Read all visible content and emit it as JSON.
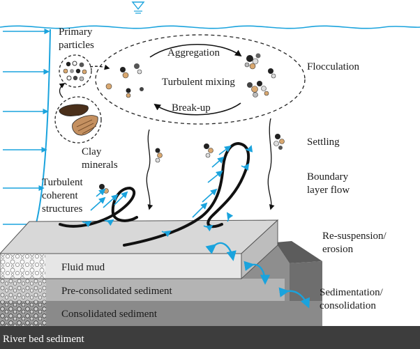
{
  "labels": {
    "primary_particles": [
      "Primary",
      "particles"
    ],
    "aggregation": "Aggregation",
    "turbulent_mixing": "Turbulent mixing",
    "break_up": "Break-up",
    "flocculation": "Flocculation",
    "clay_minerals": [
      "Clay",
      "minerals"
    ],
    "settling": "Settling",
    "boundary_layer_flow": [
      "Boundary",
      "layer flow"
    ],
    "turbulent_coherent_structures": [
      "Turbulent",
      "coherent",
      "structures"
    ],
    "resuspension_erosion": [
      "Re-suspension/",
      "erosion"
    ],
    "sedimentation_consolidation": [
      "Sedimentation/",
      "consolidation"
    ]
  },
  "layers": {
    "fluid_mud": "Fluid mud",
    "pre_consolidated": "Pre-consolidated sediment",
    "consolidated": "Consolidated sediment",
    "river_bed": "River bed sediment"
  },
  "colors": {
    "water_blue": "#1aa3dd",
    "river_bed": "#3d3d3d",
    "consolidated_front": "#8a8a8a",
    "preconsolidated_front": "#b4b4b4",
    "fluid_mud_front": "#e6e6e6"
  }
}
